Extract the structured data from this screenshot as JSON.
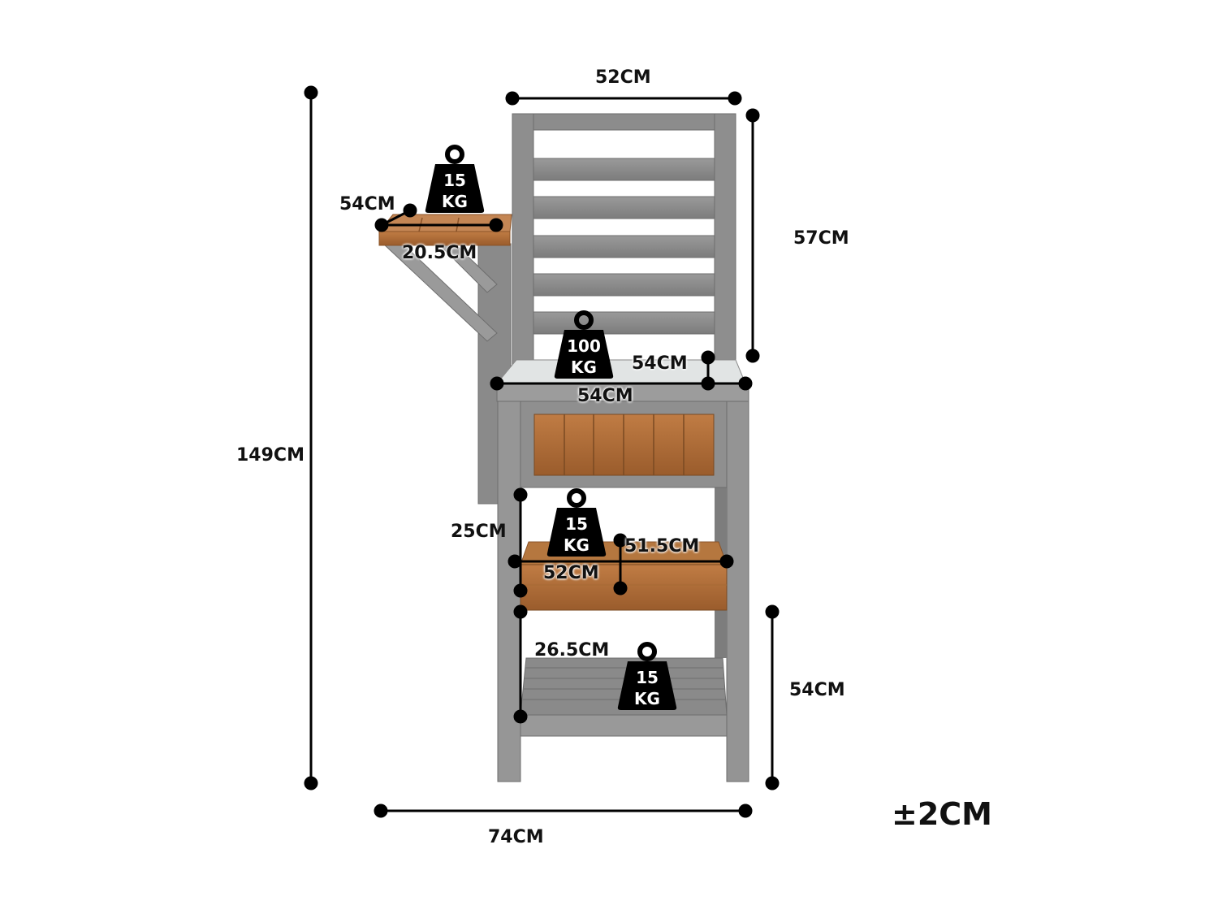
{
  "dimensions": {
    "top_width": "52CM",
    "back_height": "57CM",
    "total_height": "149CM",
    "side_shelf_length": "54CM",
    "side_shelf_width": "20.5CM",
    "table_depth": "54CM",
    "table_width": "54CM",
    "middle_gap": "25CM",
    "middle_shelf_depth": "51.5CM",
    "middle_shelf_width": "52CM",
    "lower_gap": "26.5CM",
    "leg_height": "54CM",
    "total_width": "74CM",
    "tolerance": "±2CM"
  },
  "loads": {
    "side_shelf": {
      "value": "15",
      "unit": "KG"
    },
    "tabletop": {
      "value": "100",
      "unit": "KG"
    },
    "middle_shelf": {
      "value": "15",
      "unit": "KG"
    },
    "bottom_shelf": {
      "value": "15",
      "unit": "KG"
    }
  },
  "colors": {
    "frame_gray": "#8e8e8e",
    "frame_dark": "#6f6f6f",
    "wood": "#b0713c",
    "wood_dark": "#8a5328",
    "tabletop": "#e3e6e6",
    "dimension_line": "#000000"
  }
}
